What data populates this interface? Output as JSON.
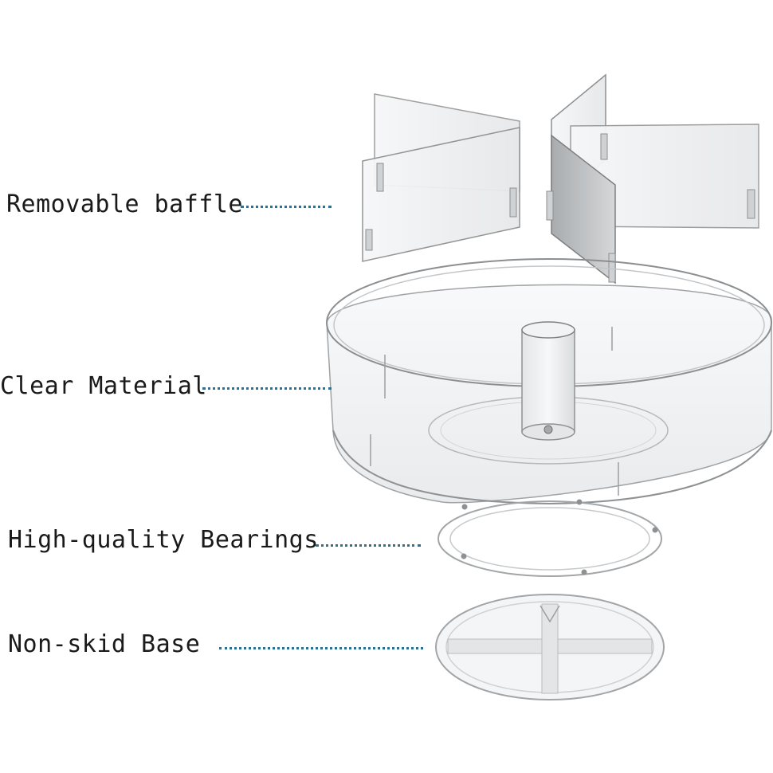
{
  "labels": {
    "baffle": "Removable baffle",
    "material": "Clear Material",
    "bearings": "High-quality Bearings",
    "base": "Non-skid Base"
  },
  "colors": {
    "leader": "#2f6f8f",
    "label_text": "#1a1a1a",
    "acrylic_edge": "#9a9a9a",
    "acrylic_fill": "#eef0f1",
    "baffle_dark": "#b7babc"
  },
  "parts": [
    "removable-baffle",
    "turntable-tray",
    "center-tube",
    "bearing-ring",
    "non-skid-base"
  ]
}
